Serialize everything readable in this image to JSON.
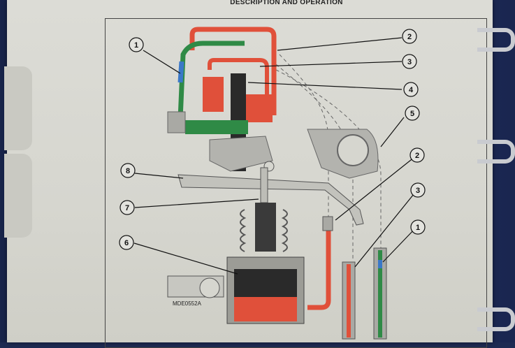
{
  "header": {
    "title": "DESCRIPTION AND OPERATION"
  },
  "figure": {
    "id": "MDE0552A"
  },
  "callouts": [
    {
      "label": "1"
    },
    {
      "label": "2"
    },
    {
      "label": "3"
    },
    {
      "label": "4"
    },
    {
      "label": "5"
    },
    {
      "label": "2"
    },
    {
      "label": "3"
    },
    {
      "label": "1"
    },
    {
      "label": "8"
    },
    {
      "label": "7"
    },
    {
      "label": "6"
    }
  ],
  "colors": {
    "pressure_red": "#e0503a",
    "return_green": "#2f8a46",
    "supply_blue": "#3a78c8",
    "metal_gray": "#a9a9a4",
    "dark_part": "#2a2a2a"
  }
}
